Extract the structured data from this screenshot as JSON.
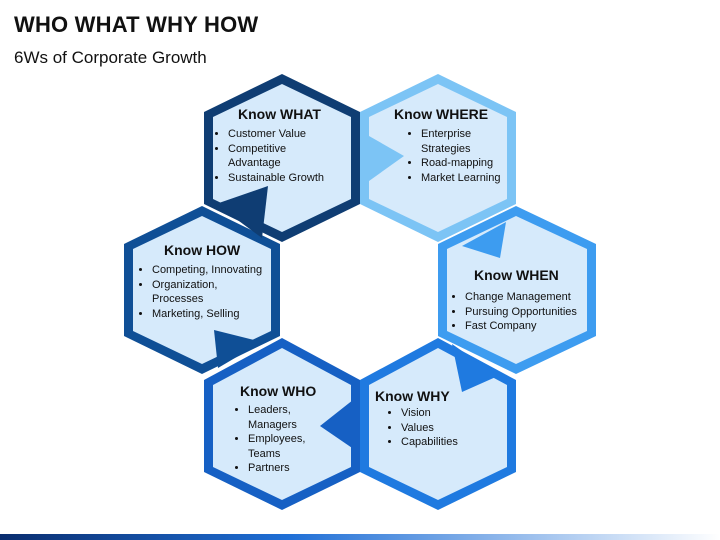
{
  "header": {
    "title": "WHO WHAT WHY HOW",
    "subtitle": "6Ws of Corporate Growth"
  },
  "colors": {
    "what": "#0f3d73",
    "where": "#7cc4f5",
    "when": "#3d9cf0",
    "why": "#1f7ae0",
    "who": "#1660c4",
    "how": "#0f4f96",
    "fill": "#d6eafb"
  },
  "hexagons": [
    {
      "key": "what",
      "title": "Know WHAT",
      "items": [
        "Customer Value",
        "Competitive Advantage",
        "Sustainable Growth"
      ]
    },
    {
      "key": "where",
      "title": "Know WHERE",
      "items": [
        "Enterprise Strategies",
        "Road-mapping",
        "Market Learning"
      ]
    },
    {
      "key": "when",
      "title": "Know WHEN",
      "items": [
        "Change Management",
        "Pursuing Opportunities",
        "Fast Company"
      ]
    },
    {
      "key": "why",
      "title": "Know WHY",
      "items": [
        "Vision",
        "Values",
        "Capabilities"
      ]
    },
    {
      "key": "who",
      "title": "Know WHO",
      "items": [
        "Leaders, Managers",
        "Employees, Teams",
        "Partners"
      ]
    },
    {
      "key": "how",
      "title": "Know HOW",
      "items": [
        "Competing, Innovating",
        "Organization, Processes",
        "Marketing, Selling"
      ]
    }
  ]
}
